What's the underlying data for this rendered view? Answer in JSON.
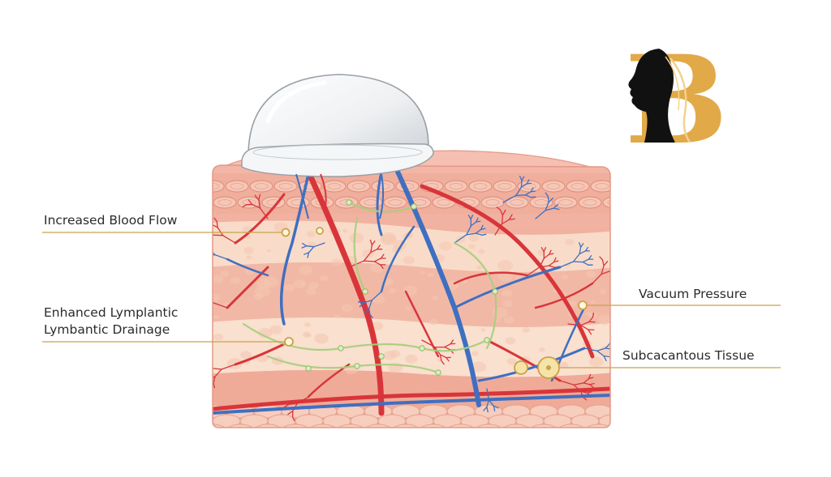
{
  "labels": {
    "blood_flow": "Increased Blood Flow",
    "lymph_line1": "Enhanced Lymplantic",
    "lymph_line2": "Lymbantic Drainage",
    "vacuum": "Vacuum Pressure",
    "subcutaneous": "Subcacantous Tissue"
  },
  "logo": {
    "letter": "B",
    "gold": "#e2a948",
    "silhouette": "#111111"
  },
  "colors": {
    "artery": "#d8353a",
    "vein": "#3f6fc1",
    "lymph": "#a9cf7e",
    "skin": "#f2b5a4",
    "fat": "#f8dcc9",
    "leader": "#c9a24a",
    "cup": "#eef1f3"
  }
}
